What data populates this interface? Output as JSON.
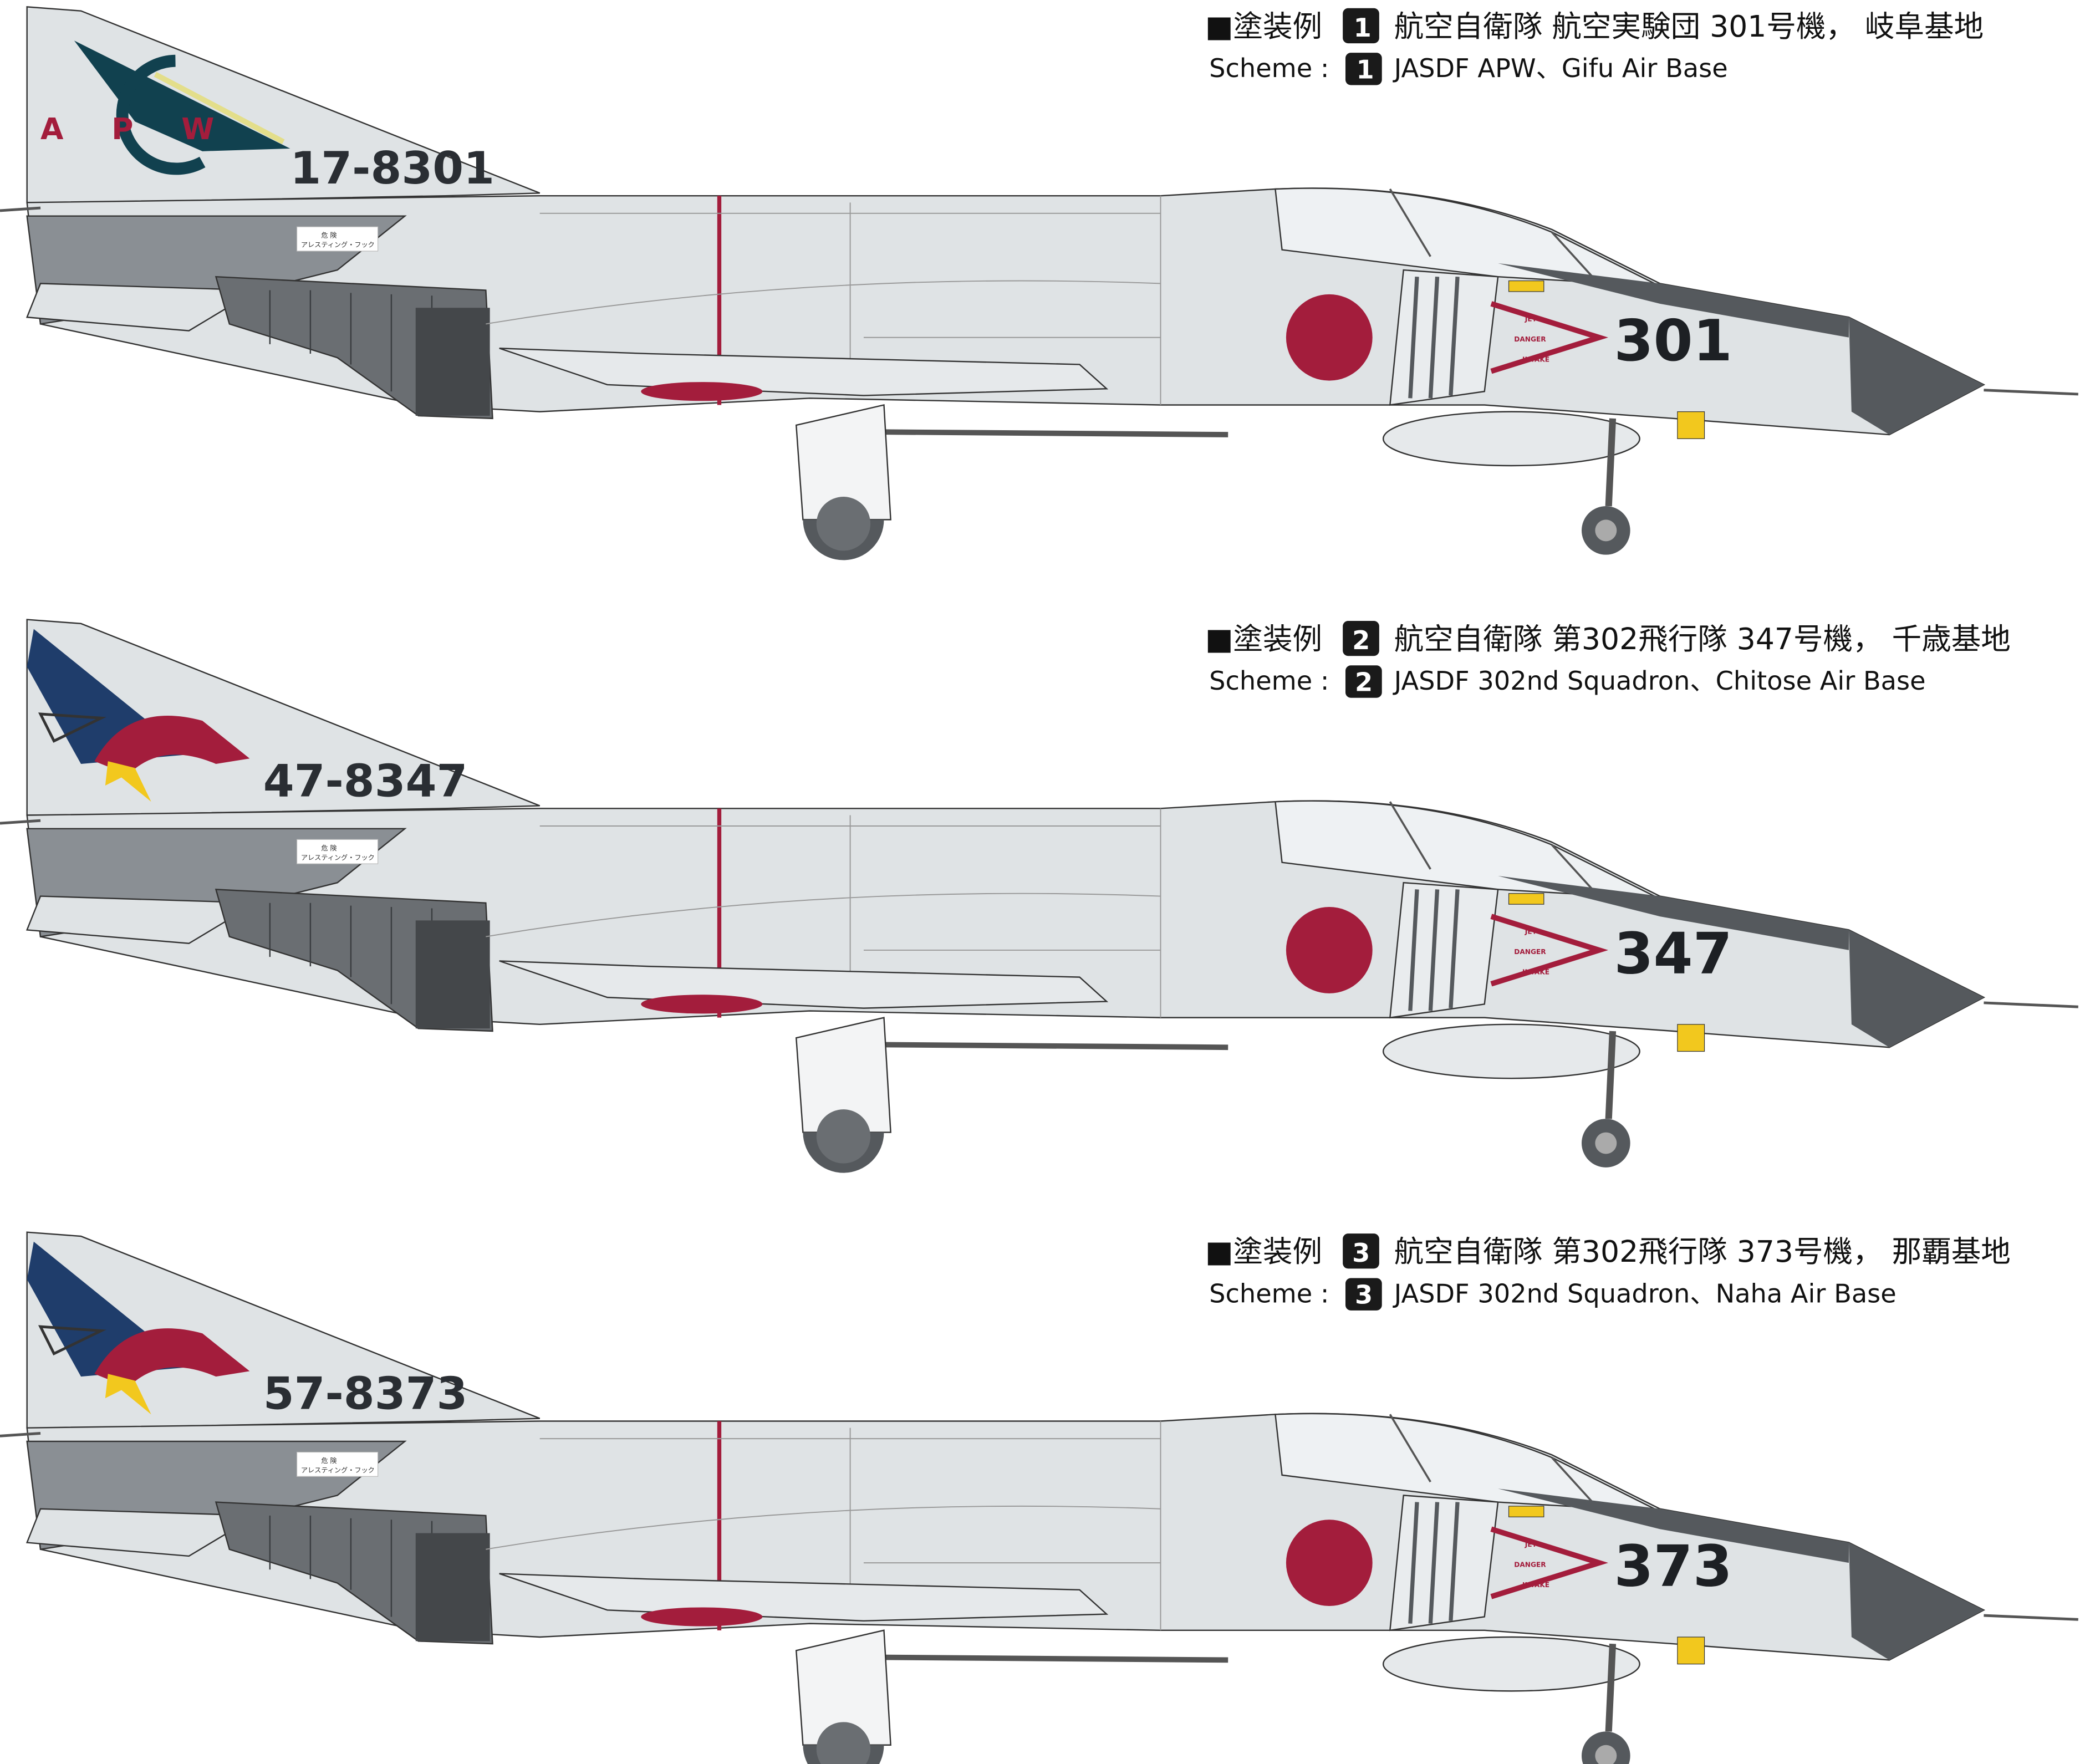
{
  "colors": {
    "light_gray": "#dfe3e5",
    "mid_gray": "#8a8f94",
    "dark_gray": "#55595d",
    "hinomaru_red": "#a31d3c",
    "apw_teal": "#11414f",
    "squadron_blue": "#1f3d6b",
    "eagle_yellow": "#f2c81e"
  },
  "markings": {
    "danger": "DANGER",
    "intake": "INTAKE",
    "jet": "JET",
    "arresting_hook": "アレスティング・フック",
    "hook_caution": "危 険"
  },
  "schemes": [
    {
      "heading_prefix": "■塗装例",
      "number": "1",
      "heading_text": "航空自衛隊  航空実験団  301号機，  岐阜基地",
      "sub_label": "Scheme :",
      "sub_text": "JASDF APW、Gifu Air Base",
      "tail_emblem": "APW",
      "tail_letters": "A P W",
      "tail_number": "17-8301",
      "nose_number": "301"
    },
    {
      "heading_prefix": "■塗装例",
      "number": "2",
      "heading_text": "航空自衛隊  第302飛行隊    347号機，  千歳基地",
      "sub_label": "Scheme :",
      "sub_text": "JASDF 302nd Squadron、Chitose Air Base",
      "tail_emblem": "eagle",
      "tail_number": "47-8347",
      "nose_number": "347"
    },
    {
      "heading_prefix": "■塗装例",
      "number": "3",
      "heading_text": "航空自衛隊  第302飛行隊    373号機，  那覇基地",
      "sub_label": "Scheme :",
      "sub_text": "JASDF 302nd Squadron、Naha Air Base",
      "tail_emblem": "eagle",
      "tail_number": "57-8373",
      "nose_number": "373"
    }
  ]
}
